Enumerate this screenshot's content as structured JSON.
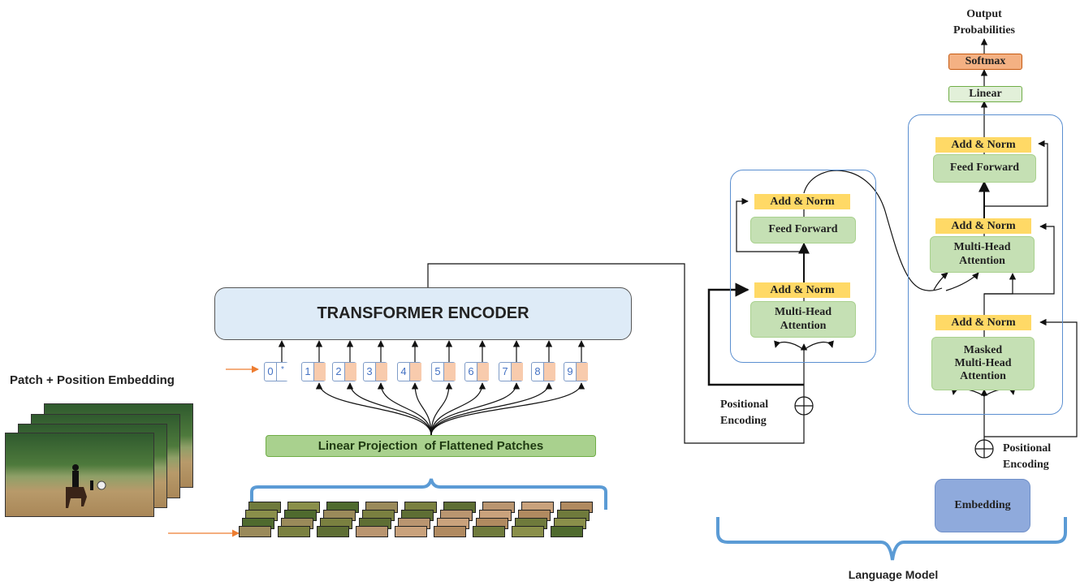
{
  "vit": {
    "encoder_label": "TRANSFORMER ENCODER",
    "projection_label": "Linear Projection  of Flattened Patches",
    "embedding_label": "Patch + Position Embedding",
    "cls_marker": "*",
    "tokens": [
      "0",
      "1",
      "2",
      "3",
      "4",
      "5",
      "6",
      "7",
      "8",
      "9"
    ]
  },
  "encoder": {
    "add_norm_top": "Add & Norm",
    "feed_forward": "Feed Forward",
    "add_norm_bottom": "Add & Norm",
    "attention": "Multi-Head\nAttention",
    "positional_encoding": "Positional\nEncoding"
  },
  "decoder": {
    "output_label": "Output\nProbabilities",
    "softmax": "Softmax",
    "linear": "Linear",
    "add_norm_1": "Add & Norm",
    "feed_forward": "Feed Forward",
    "add_norm_2": "Add & Norm",
    "attention": "Multi-Head\nAttention",
    "add_norm_3": "Add & Norm",
    "masked_attention": "Masked\nMulti-Head\nAttention",
    "positional_encoding": "Positional\nEncoding",
    "embedding": "Embedding"
  },
  "language_model_label": "Language Model",
  "colors": {
    "encoder_box": "#deebf7",
    "projection_box": "#a9d18e",
    "add_norm": "#ffd966",
    "block": "#c5e0b4",
    "softmax": "#f4b183",
    "embedding": "#8faadc",
    "panel_border": "#5b8fd0",
    "brace": "#5b9bd5",
    "orange_arrow": "#ed7d31",
    "patch_fill": "#f8cbad",
    "token_number": "#4472c4"
  },
  "icons": [
    "plus-circle-icon",
    "arrow-icon",
    "brace-icon"
  ]
}
